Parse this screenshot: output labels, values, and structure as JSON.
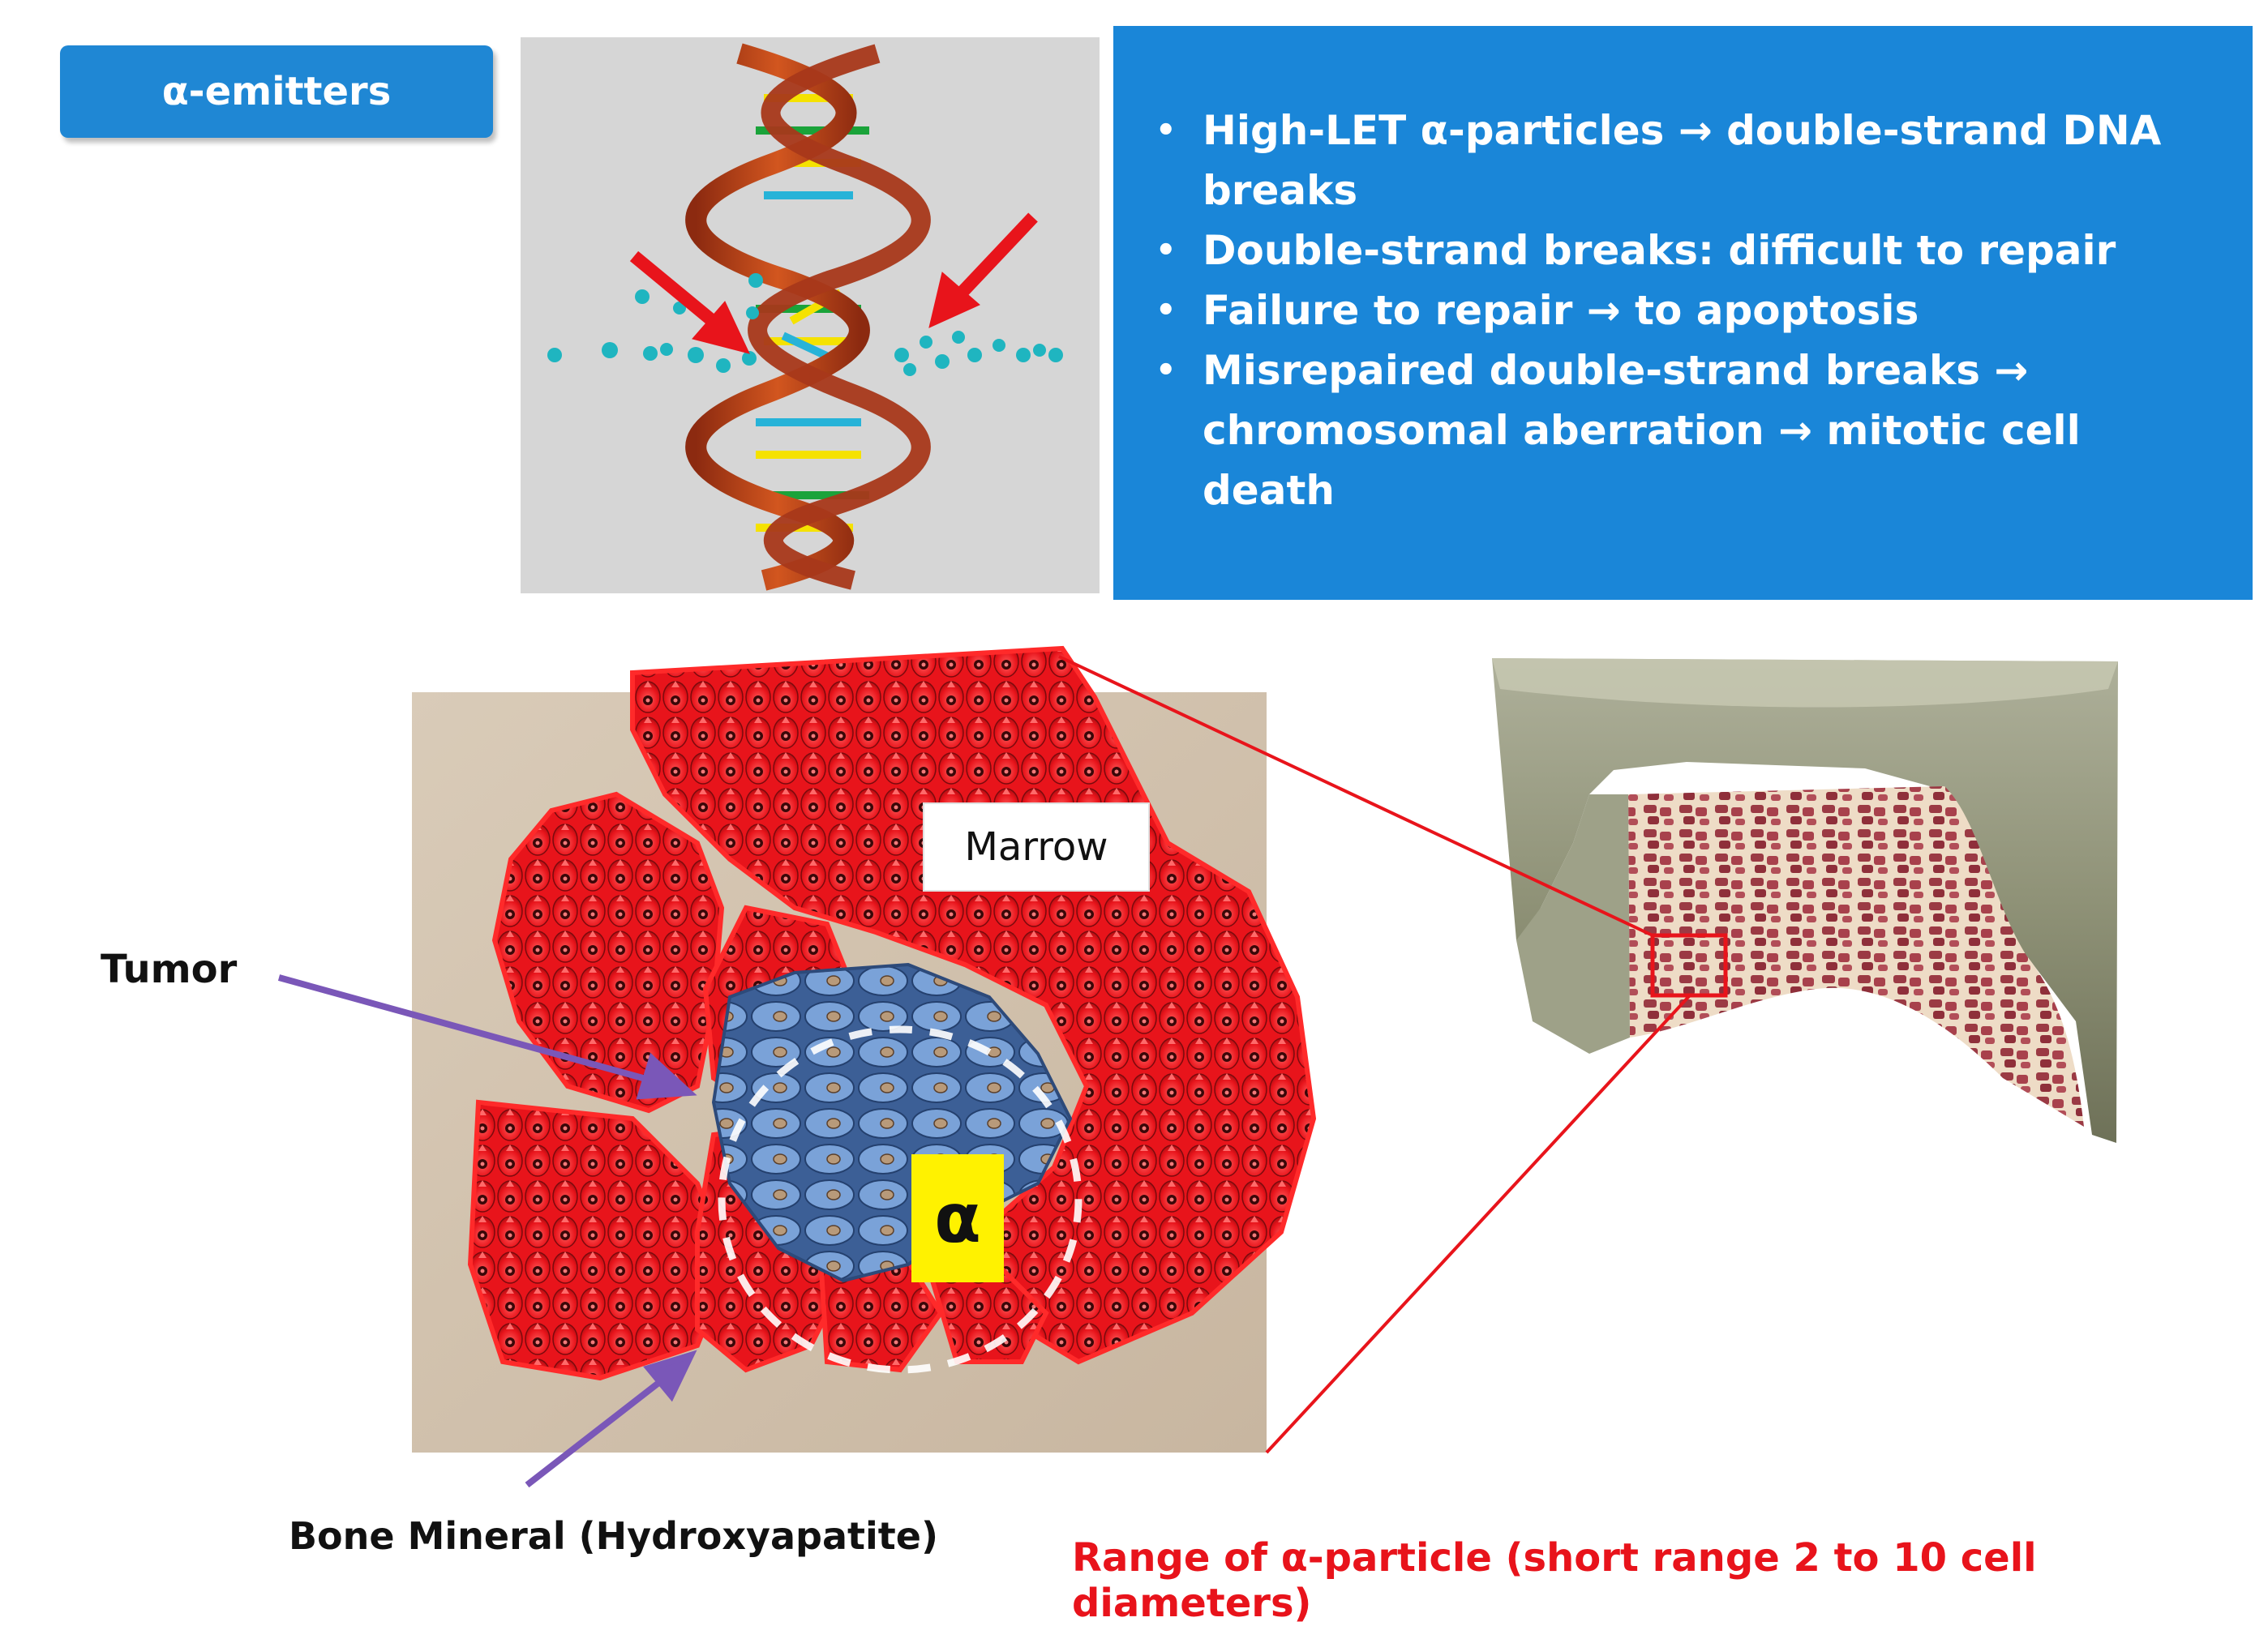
{
  "title_tag": "α-emitters",
  "bullets": [
    "High-LET α-particles → double-strand  DNA breaks",
    "Double-strand breaks: difficult to repair",
    "Failure to repair → to apoptosis",
    "Misrepaired double-strand breaks → chromosomal aberration → mitotic cell death"
  ],
  "bullet_glyph": "•",
  "labels": {
    "tumor": "Tumor",
    "marrow": "Marrow",
    "alpha_symbol": "α",
    "bone_mineral": "Bone Mineral (Hydroxyapatite)",
    "range": "Range of α-particle (short range 2 to 10 cell diameters)"
  },
  "colors": {
    "accent_blue": "#1a86d8",
    "red_cell": "#e8141b",
    "tumor_cell": "#6f97cf",
    "alpha_box": "#fff200",
    "range_text": "#e8131b",
    "arrow_purple": "#7a57b8",
    "bone_tan": "#d2c2ae"
  }
}
